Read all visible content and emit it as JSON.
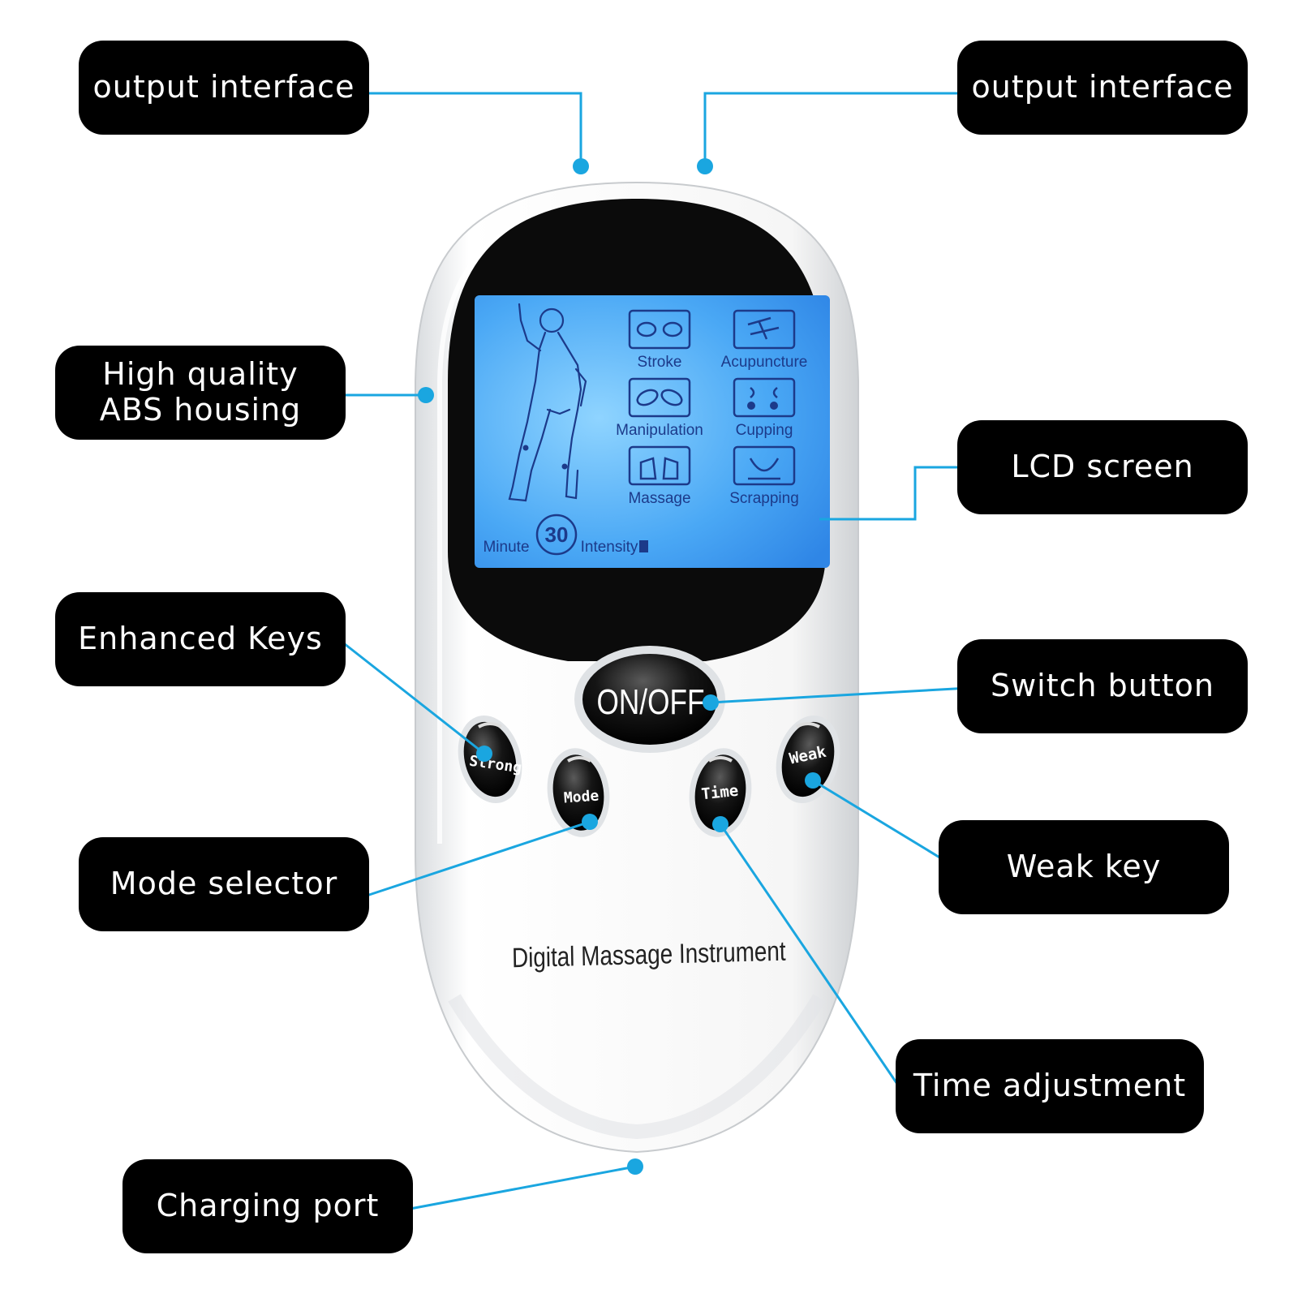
{
  "callouts": {
    "output_left": "output interface",
    "output_right": "output interface",
    "housing": "High quality\nABS housing",
    "lcd": "LCD screen",
    "enhanced": "Enhanced Keys",
    "switch": "Switch button",
    "mode_selector": "Mode selector",
    "weak_key": "Weak key",
    "time_adjust": "Time adjustment",
    "charging": "Charging port"
  },
  "screen": {
    "modes": [
      "Stroke",
      "Acupuncture",
      "Manipulation",
      "Cupping",
      "Massage",
      "Scrapping"
    ],
    "minute_label": "Minute",
    "minute_value": "30",
    "intensity_label": "Intensity"
  },
  "device": {
    "power_label": "ON/OFF",
    "keys": {
      "strong": "Strong",
      "mode": "Mode",
      "time": "Time",
      "weak": "Weak"
    },
    "product_name": "Digital Massage Instrument"
  },
  "colors": {
    "leader_line": "#1aa6e0",
    "callout_bg": "#000000",
    "screen_backlight": "#5ab6ff",
    "screen_text": "#1c3a8a"
  }
}
